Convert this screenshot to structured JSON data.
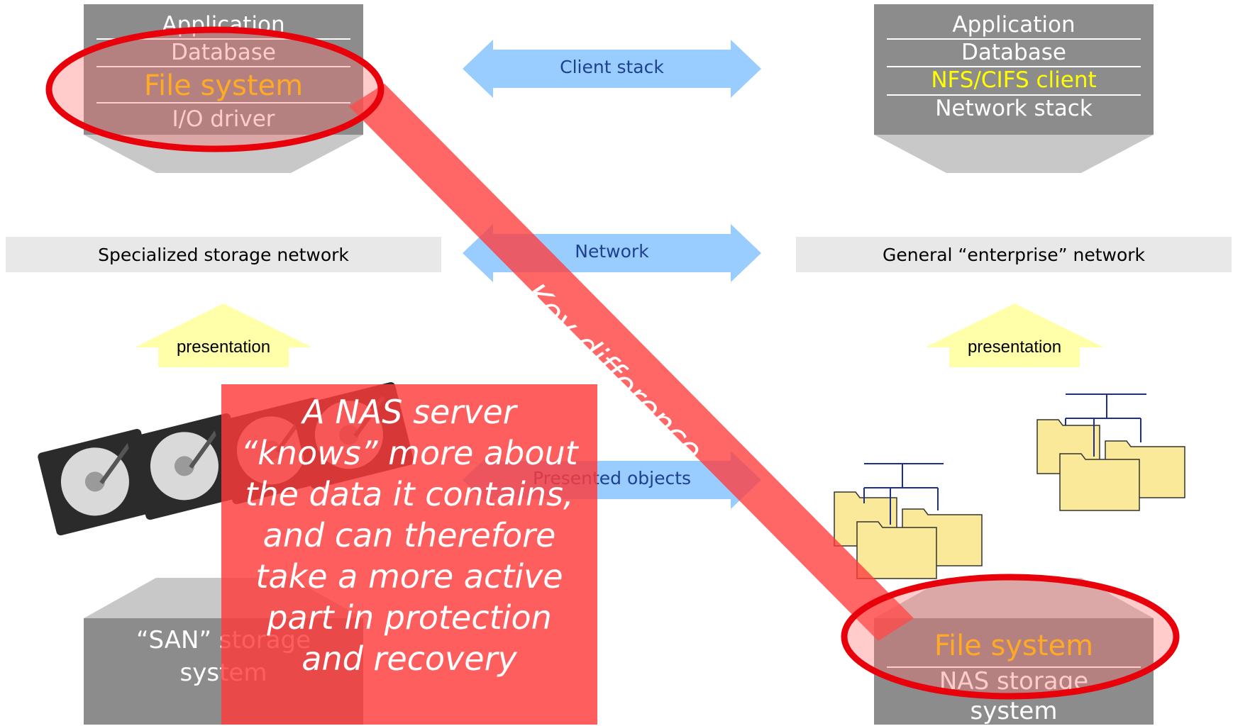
{
  "client_stack_left": {
    "rows": [
      "Application",
      "Database",
      "File system",
      "I/O driver"
    ]
  },
  "client_stack_right": {
    "rows": [
      "Application",
      "Database",
      "NFS/CIFS client",
      "Network stack"
    ]
  },
  "arrows": {
    "client_stack": "Client stack",
    "network": "Network",
    "presented_objects": "Presented objects"
  },
  "networks": {
    "left": "Specialized storage network",
    "right": "General “enterprise” network"
  },
  "presentation": {
    "left": "presentation",
    "right": "presentation"
  },
  "storage_left": {
    "title": "“SAN” storage system"
  },
  "storage_right": {
    "file_system": "File system",
    "title": "NAS storage system"
  },
  "callout": {
    "band_label": "Key difference",
    "text": "A NAS server “knows” more about the data it contains, and can therefore take a more active part in protection and recovery"
  },
  "colors": {
    "stack_gray": "#8c8c8c",
    "arrow_blue": "#99ccff",
    "arrow_text": "#1f3f8f",
    "highlight_yellow": "#ffff00",
    "file_system_gold": "#ffcc00",
    "red_overlay": "#ff4d4d",
    "ellipse_red": "#e8000b",
    "folder_fill": "#fbe99a",
    "tree_blue": "#1f2f8f"
  }
}
